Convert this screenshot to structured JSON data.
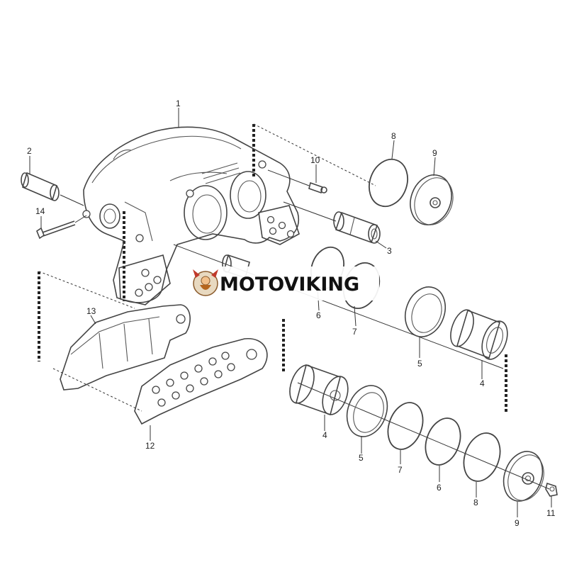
{
  "watermark": {
    "brand": "MOTOVIKING"
  },
  "callouts": {
    "c1": "1",
    "c2": "2",
    "c3": "3",
    "c4a": "4",
    "c4b": "4",
    "c5a": "5",
    "c5b": "5",
    "c6a": "6",
    "c6b": "6",
    "c7a": "7",
    "c7b": "7",
    "c8a": "8",
    "c8b": "8",
    "c9a": "9",
    "c9b": "9",
    "c10": "10",
    "c11": "11",
    "c12": "12",
    "c13": "13",
    "c14": "14"
  },
  "colors": {
    "line": "#444444",
    "dash": "#222222",
    "text": "#222222",
    "logo_accent": "#c0392b"
  }
}
